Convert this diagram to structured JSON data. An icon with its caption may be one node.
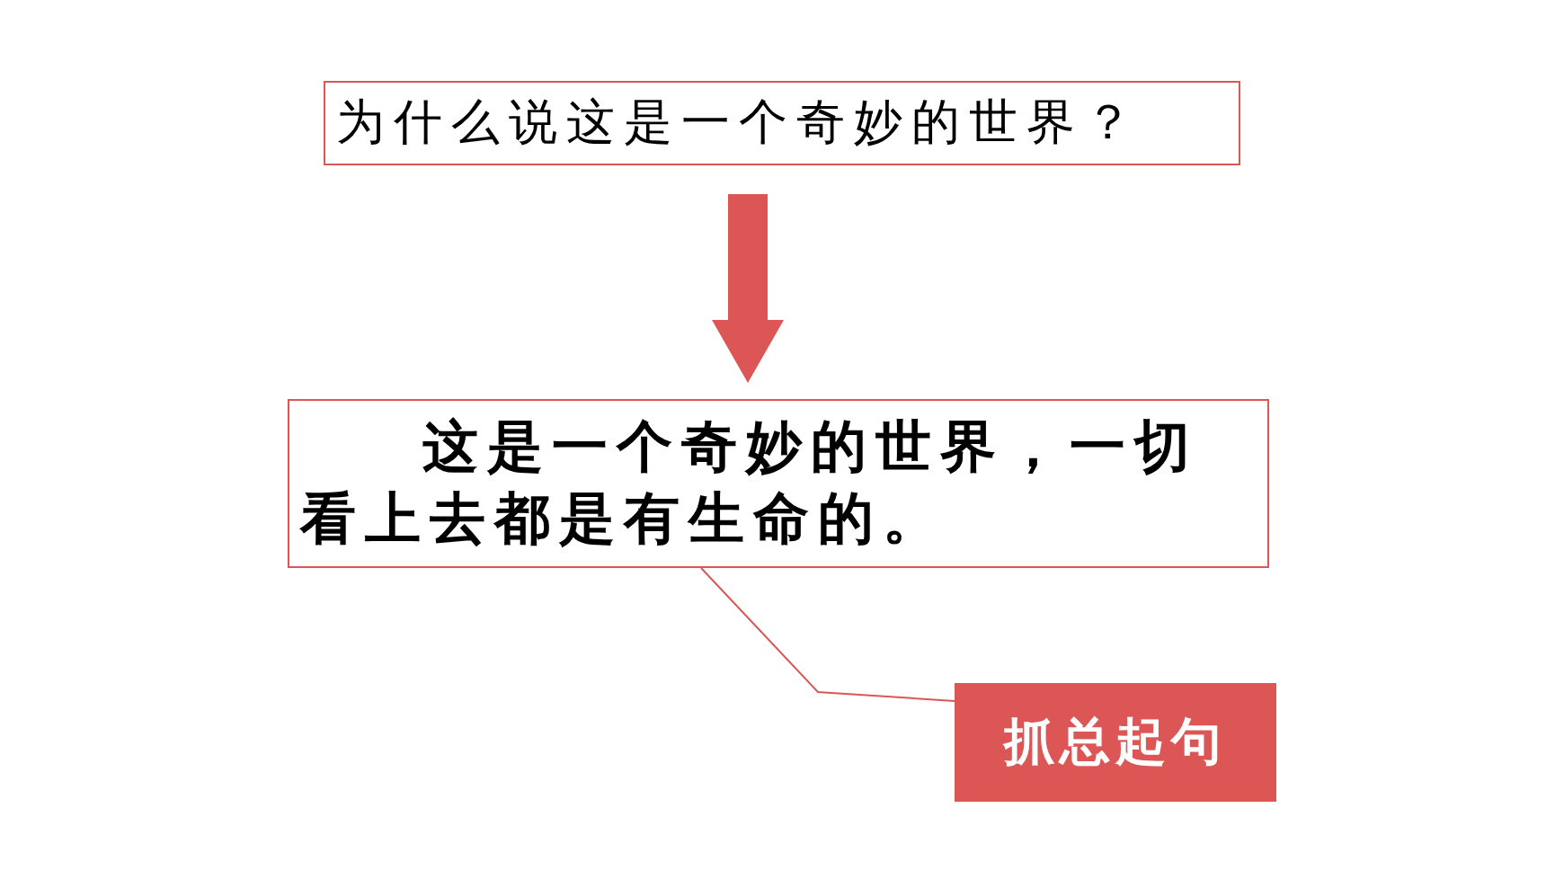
{
  "diagram": {
    "nodes": [
      {
        "text": [
          "为什么说这是一个奇妙的世界？"
        ]
      },
      {
        "text": [
          "这是一个奇妙的世界，一切看上去都是有生命的。"
        ]
      },
      {
        "text": [
          "抓总起句"
        ]
      }
    ],
    "edges": [
      {
        "from": 0,
        "to": 1,
        "arrow": "to",
        "style": "thick"
      },
      {
        "from": 2,
        "to": 1,
        "arrow": "none"
      }
    ]
  }
}
